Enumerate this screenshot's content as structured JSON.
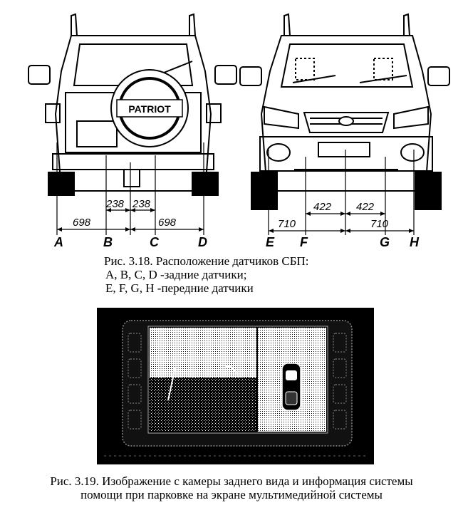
{
  "figure_318": {
    "caption_title": "Рис. 3.18. Расположение датчиков СБП:",
    "caption_rear": "A, B, C, D -задние датчики;",
    "caption_front": "E, F, G, H -передние датчики",
    "rear_view": {
      "spare_tire_badge": "PATRIOT",
      "dim_inner_left": "238",
      "dim_inner_right": "238",
      "dim_outer_left": "698",
      "dim_outer_right": "698",
      "sensor_labels": [
        "A",
        "B",
        "C",
        "D"
      ]
    },
    "front_view": {
      "dim_inner_left": "422",
      "dim_inner_right": "422",
      "dim_outer_left": "710",
      "dim_outer_right": "710",
      "sensor_labels": [
        "E",
        "F",
        "G",
        "H"
      ]
    }
  },
  "figure_319": {
    "caption_line1": "Рис. 3.19. Изображение с камеры заднего вида и информация системы",
    "caption_line2": "помощи при парковке на экране мультимедийной системы"
  }
}
